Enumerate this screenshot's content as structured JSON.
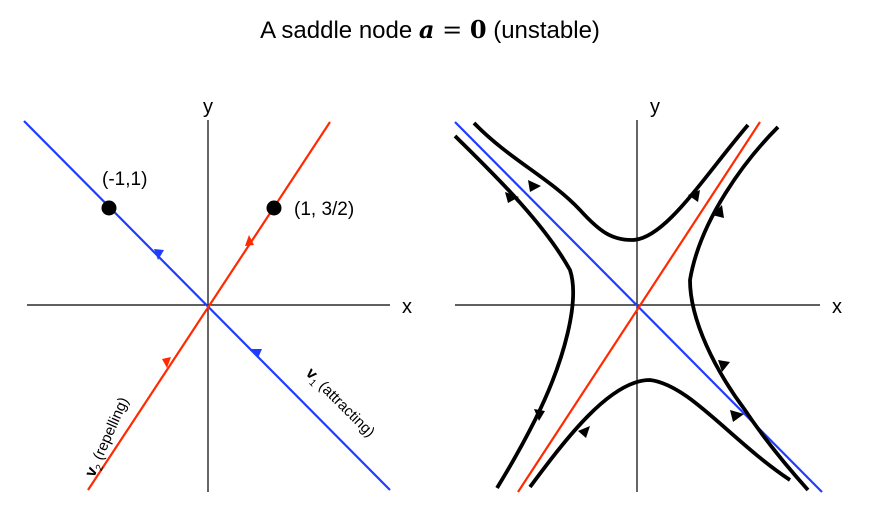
{
  "title": {
    "prefix": "A saddle node ",
    "var_a": "a",
    "equals": " = ",
    "zero": "0",
    "suffix": " (unstable)"
  },
  "left_plot": {
    "x_label": "x",
    "y_label": "y",
    "point_a_label": "(-1,1)",
    "point_b_label": "(1, 3/2)",
    "v2_symbol": "v",
    "v2_sub": "2",
    "v2_text": " (repelling)",
    "v1_symbol": "v",
    "v1_sub": "1",
    "v1_text": " (attracting)"
  },
  "right_plot": {
    "x_label": "x",
    "y_label": "y"
  },
  "colors": {
    "axis": "#000000",
    "repelling_line": "#ff2a00",
    "attracting_line": "#1f3dff",
    "trajectory": "#000000"
  }
}
